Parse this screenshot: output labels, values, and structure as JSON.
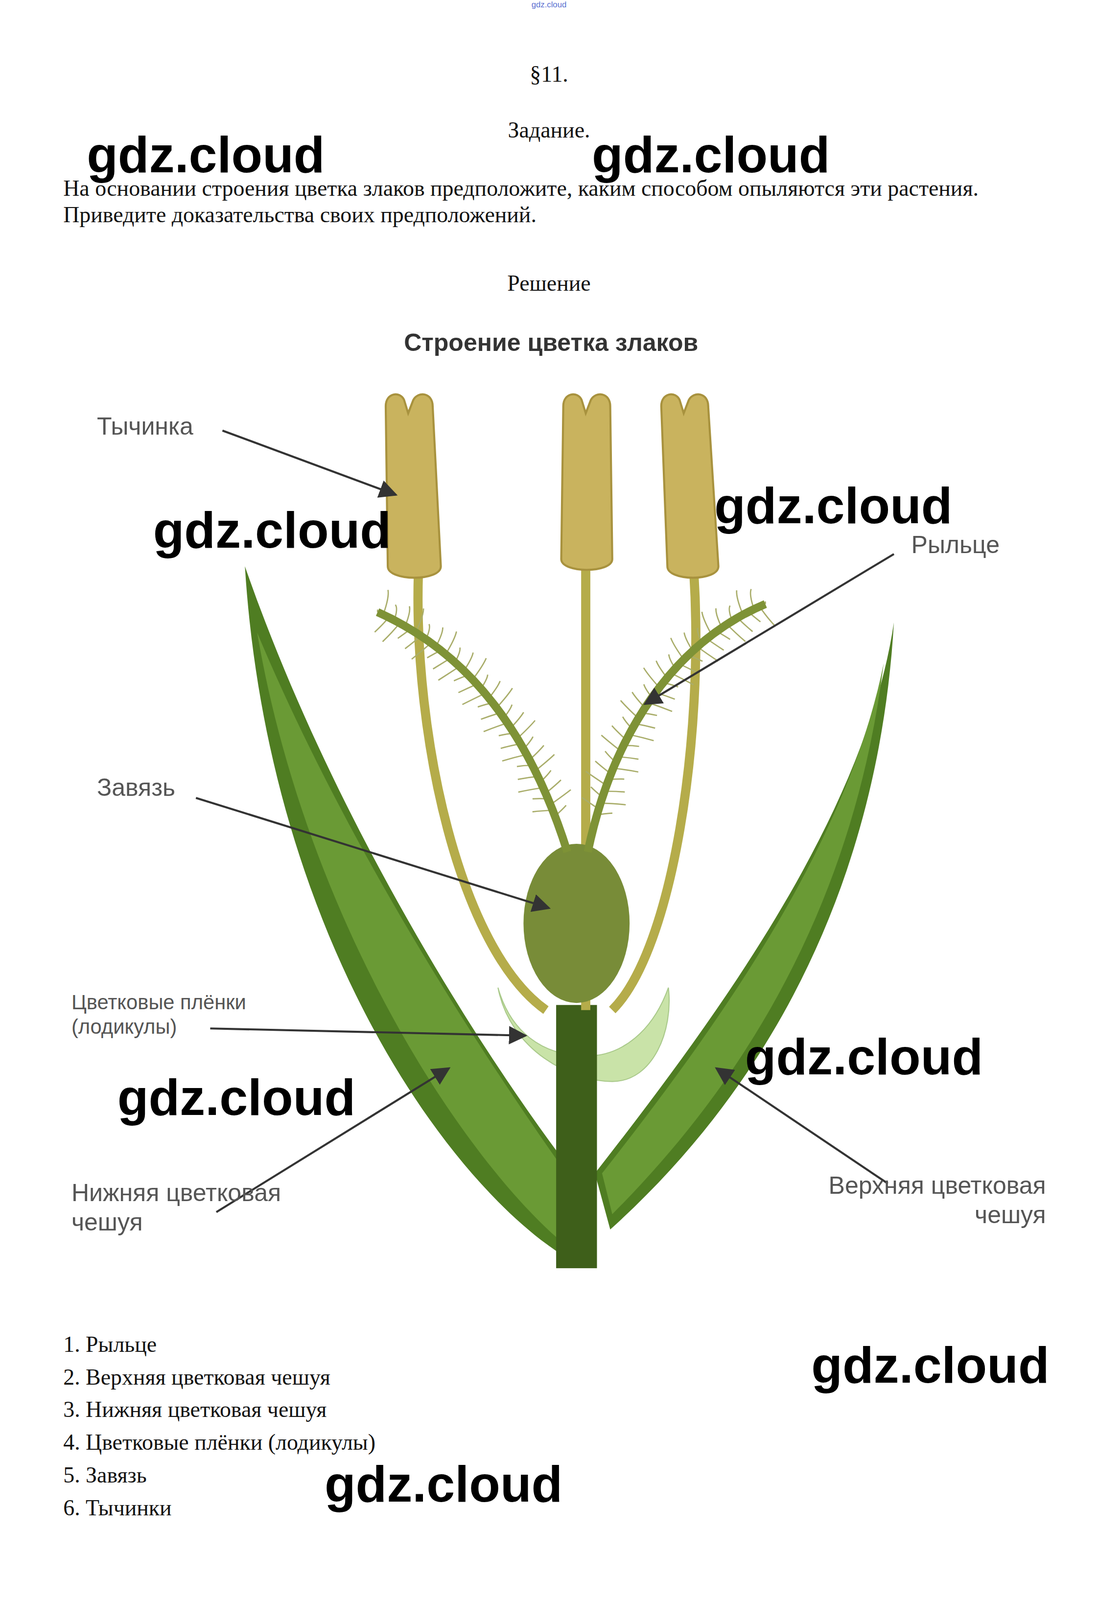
{
  "diagram": {
    "title": "Строение цветка злаков",
    "labels": [
      "gdz.cloud",
      "§11.",
      "Задание.",
      "gdz.cloud",
      "gdz.cloud",
      "На основании строения цветка злаков предположите, каким способом опыляются эти растения. Приведите доказательства своих предположений.",
      "Решение",
      "Тычинка",
      "gdz.cloud",
      "gdz.cloud",
      "Рыльце",
      "Завязь",
      "Цветковые плёнки (лодикулы)",
      "gdz.cloud",
      "gdz.cloud",
      "Нижняя цветковая чешуя",
      "Верхняя цветковая чешуя",
      "1. Рыльце",
      "gdz.cloud",
      "2. Верхняя цветковая чешуя",
      "3. Нижняя цветковая чешуя",
      "4. Цветковые плёнки (лодикулы)",
      "5. Завязь",
      "gdz.cloud",
      "6. Тычинки"
    ]
  }
}
